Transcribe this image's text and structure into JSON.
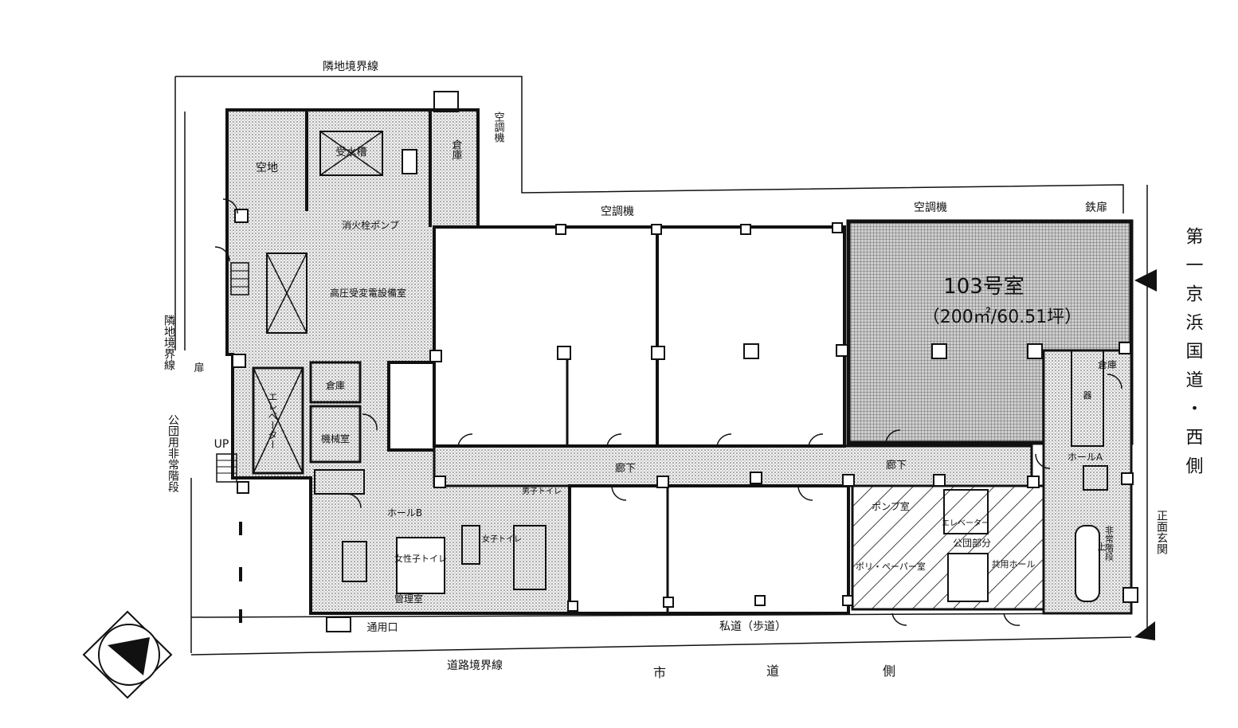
{
  "plan": {
    "boundary": {
      "top": "隣地境界線",
      "left": "隣地境界線",
      "left_park": "公団用非常階段",
      "bottom": "道路境界線"
    },
    "outside": {
      "void_right": "空調機",
      "ac_top": "空調機",
      "ac_top2": "空調機",
      "beam": "鉄扉",
      "national_road": "第一京浜国道・西側",
      "main_entrance": "正面玄関",
      "private_road": "私道（歩道）",
      "street_side": [
        "市",
        "道",
        "側"
      ]
    },
    "rooms": {
      "void": "空地",
      "water_tank": "受水槽",
      "pump": "消火栓ポンプ",
      "substation": "高圧受変電設備室",
      "elevator": "エレベーター",
      "storage_small": "倉庫",
      "warehouse": "倉庫",
      "machine": "機械室",
      "hall_b": "ホールB",
      "corridor1": "廊下",
      "corridor2": "廊下",
      "women_wc": "女性子トイレ",
      "office": "管理室",
      "wc_m": "男子トイレ",
      "wc_w": "女子トイレ",
      "hall_a": "ホールA",
      "pump_room": "ポンプ室",
      "shared_hall": "共用ホール",
      "shared_part": "公団部分",
      "pump_room2": "ポリ・ペーパー室",
      "elev2": "エレベーター",
      "utility": "通用口",
      "stairs_up": "UP",
      "sign_unit": "103号室",
      "sign_area": "（200㎡/60.51坪）",
      "side": "扉",
      "small1": "倉庫",
      "small2": "器",
      "small3": "上",
      "side_stair": "非常階段"
    }
  }
}
